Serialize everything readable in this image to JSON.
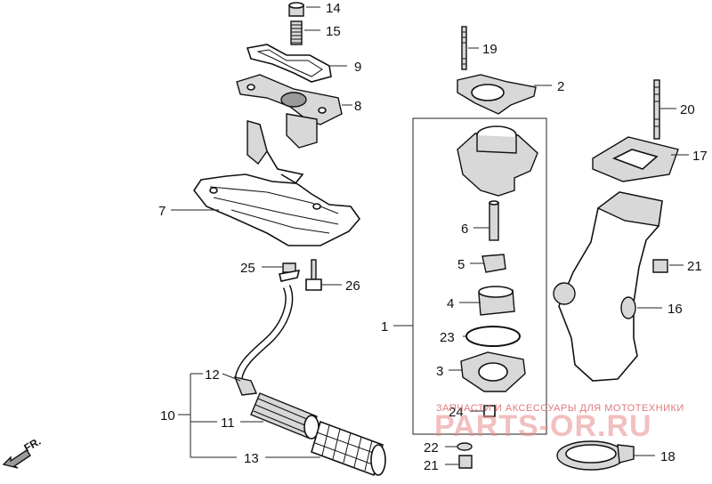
{
  "labels": [
    {
      "id": "14",
      "text": "14"
    },
    {
      "id": "15",
      "text": "15"
    },
    {
      "id": "9",
      "text": "9"
    },
    {
      "id": "8",
      "text": "8"
    },
    {
      "id": "7",
      "text": "7"
    },
    {
      "id": "25",
      "text": "25"
    },
    {
      "id": "26",
      "text": "26"
    },
    {
      "id": "12",
      "text": "12"
    },
    {
      "id": "10",
      "text": "10"
    },
    {
      "id": "11",
      "text": "11"
    },
    {
      "id": "13",
      "text": "13"
    },
    {
      "id": "19",
      "text": "19"
    },
    {
      "id": "2",
      "text": "2"
    },
    {
      "id": "1",
      "text": "1"
    },
    {
      "id": "6",
      "text": "6"
    },
    {
      "id": "5",
      "text": "5"
    },
    {
      "id": "4",
      "text": "4"
    },
    {
      "id": "23",
      "text": "23"
    },
    {
      "id": "3",
      "text": "3"
    },
    {
      "id": "24",
      "text": "24"
    },
    {
      "id": "22",
      "text": "22"
    },
    {
      "id": "21a",
      "text": "21"
    },
    {
      "id": "20",
      "text": "20"
    },
    {
      "id": "17",
      "text": "17"
    },
    {
      "id": "21b",
      "text": "21"
    },
    {
      "id": "16",
      "text": "16"
    },
    {
      "id": "18",
      "text": "18"
    }
  ],
  "direction_label": "FR.",
  "watermark": {
    "tagline": "ЗАПЧАСТИ И АКСЕССУАРЫ ДЛЯ МОТОТЕХНИКИ",
    "brand": "PARTS-OR.RU"
  }
}
